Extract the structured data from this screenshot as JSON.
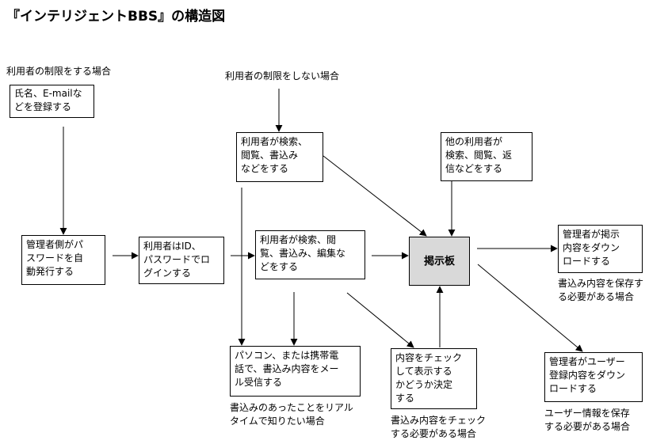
{
  "title": "『インテリジェントBBS』の構造図",
  "labels": {
    "restricted": "利用者の制限をする場合",
    "unrestricted": "利用者の制限をしない場合"
  },
  "boxes": {
    "register": [
      "氏名、E-mailな",
      "どを登録する"
    ],
    "admin_issue": [
      "管理者側がパ",
      "スワードを自",
      "動発行する"
    ],
    "login": [
      "利用者はID、",
      "パスワードでロ",
      "グインする"
    ],
    "user_search": [
      "利用者が検索、",
      "閲覧、書込み",
      "などをする"
    ],
    "user_edit": [
      "利用者が検索、閲",
      "覧、書込み、編集な",
      "どをする"
    ],
    "board": "掲示板",
    "other_users": [
      "他の利用者が",
      "検索、閲覧、返",
      "信などをする"
    ],
    "admin_download": [
      "管理者が掲示",
      "内容をダウン",
      "ロードする"
    ],
    "mail_receive": [
      "パソコン、または携帯電",
      "話で、書込み内容をメー",
      "ル受信する"
    ],
    "check": [
      "内容をチェック",
      "して表示する",
      "かどうか決定",
      "する"
    ],
    "admin_user_download": [
      "管理者がユーザー",
      "登録内容をダウン",
      "ロードする"
    ]
  },
  "notes": {
    "save_posts": [
      "書込み内容を保存す",
      "る必要がある場合"
    ],
    "realtime": [
      "書込みのあったことをリアル",
      "タイムで知りたい場合"
    ],
    "check_needed": [
      "書込み内容をチェック",
      "する必要がある場合"
    ],
    "save_users": [
      "ユーザー情報を保存",
      "する必要がある場合"
    ]
  }
}
